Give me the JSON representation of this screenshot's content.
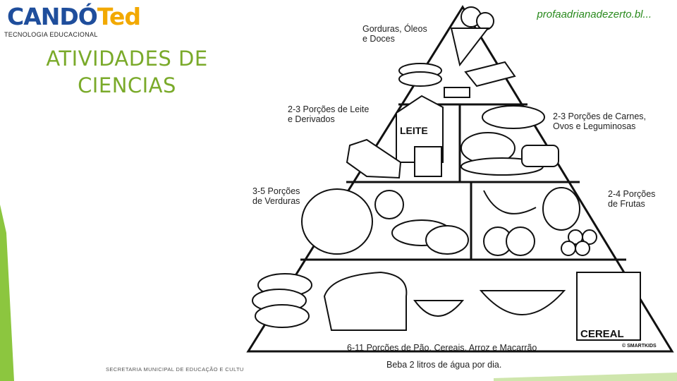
{
  "logo": {
    "word_part1": "CANDÓ",
    "word_part2": "Ted",
    "tagline": "TECNOLOGIA EDUCACIONAL"
  },
  "title_line1": "ATIVIDADES DE",
  "title_line2": "CIENCIAS",
  "source_text": "profaadrianadezerto.bl...",
  "footer_text": "SECRETARIA MUNICIPAL DE EDUCAÇÃO E CULTURA",
  "pyramid": {
    "top": "Gorduras, Óleos\ne Doces",
    "dairy": "2-3 Porções de Leite\ne Derivados",
    "meat": "2-3 Porções de Carnes,\nOvos e Leguminosas",
    "veg": "3-5 Porções\nde Verduras",
    "fruit": "2-4 Porções\nde Frutas",
    "grain": "6-11 Porções de Pão, Cereais, Arroz e Macarrão",
    "water": "Beba 2 litros de água por dia.",
    "milk_carton": "LEITE",
    "cereal_box": "CEREAL",
    "credit": "© SMARTKIDS"
  },
  "colors": {
    "accent_green": "#7aaa2a",
    "lime_bar": "#8cc63f",
    "logo_blue": "#1f4e9c",
    "logo_orange": "#f2a900"
  }
}
